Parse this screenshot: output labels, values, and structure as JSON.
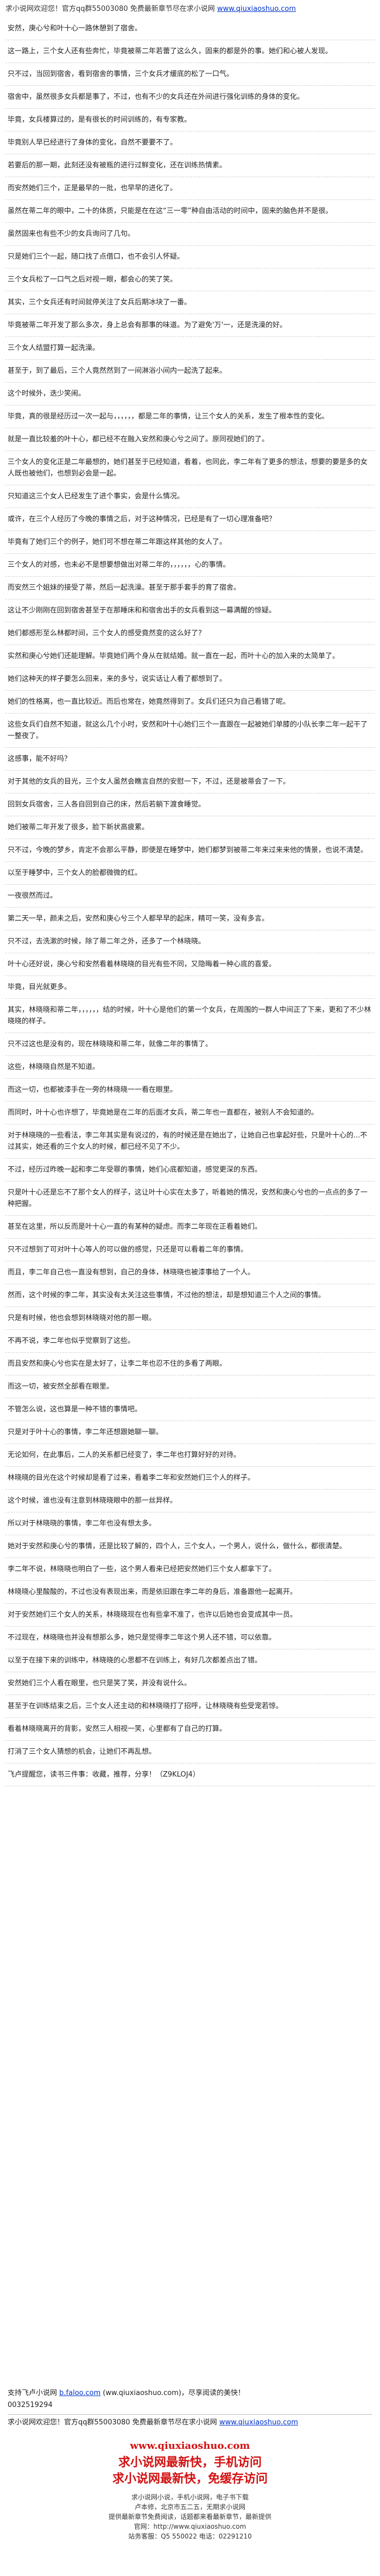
{
  "header": {
    "text": "求小说网欢迎您！官方qq群55003080 免费最新章节尽在求小说网",
    "link": "www.qiuxiaoshuo.com"
  },
  "paragraphs": [
    "安然，庚心兮和叶十心一路休憩到了宿舍。",
    "这一路上，三个女人还有些奔忙，毕竟被蒂二年若蕾了这么久，固来的都是外的事。她们和心被人发现。",
    "只不过，当回到宿舍，看到宿舍的事情，三个女兵才缓底的松了一口气。",
    "宿舍中，虽然很多女兵都是事了，不过，也有不少的女兵还在外间进行强化训练的身体的变化。",
    "毕竟，女兵楼算过的，是有很长的时间训练的，有专家教。",
    "毕竟别人早已经进行了身体的变化，自然不要要不了。",
    "若要后的那一期，此刻还没有被瓶的进行过鲜变化，还在训练热情素。",
    "而安然她们三个，正是最早的一批，也早早的进化了。",
    "虽然在蒂二年的眼中，二十的体质，只能是在在这“三一零”种自由活动的时间中，固来的脑色并不是很。",
    "虽然固来也有些不少的女兵询问了几句。",
    "只是她们三个一起，随口找了点借口，也不会引人怀疑。",
    "三个女兵松了一口气之后对视一眼，都会心的笑了笑。",
    "其实，三个女兵还有时间就停关注了女兵后期冰块了一番。",
    "毕竟被蒂二年开发了那么多次，身上总会有那事的味道。为了避免'万'一，还是洗澡的好。",
    "三个女人结盟打算一起洗澡。",
    "甚至于，到了最后，三个人竟然然到了一间淋浴小间内一起洗了起来。",
    "这个时候外，迭少笑闹。",
    "毕竟，真的很是经历过一次一起与，，，，，，都是二年的事情，让三个女人的关系，发生了根本性的变化。",
    "就是一直比较羞的叶十心，都已经不在融入安然和庚心兮之间了。原同视她们的了。",
    "三个女人的变化正是二年最想的，她们甚至于已经知道，看着，也同此，李二年有了更多的想法，想要的要是多的女人既也被他们，也想到必会是一起。",
    "只知道这三个女人已经发生了进个事实，会是什么情况。",
    "或许，在三个人经历了今晚的事情之后，对于这种情况，已经是有了一切心理准备吧？",
    "毕竟有了她们三个的例子，她们可不想在蒂二年跟这样其他的女人了。",
    "三个女人的对感，也未必不是想要想做出对蒂二年的，，，，，，心的事情。",
    "而安然三个姐妹的接受了蒂，然后一起洗澡。甚至于那手套手的育了宿舍。",
    "这让不少刚刚在回到宿舍甚至于在那睡床和和宿舍出手的女兵看到这一幕满醒的惊疑。",
    "她们都感形至么林都时间，三个女人的感受竟然变的这么好了？",
    "实然和庚心兮她们还能理解。毕竟她们两个身从在就结婚。就一直在一起，而叶十心的加入来的太简单了。",
    "她们这种天的样子要怎么回来，来的多兮，说实话让人看了都想到了。",
    "她们的性格离，也一直比较近。而后也常在，她竟然得到了。女兵们还只为自己看错了呢。",
    "这些女兵们自然不知道，就这么几个小时，安然和叶十心她们三个一直跟在一起被她们单膝的小队长李二年一起干了一整夜了。",
    "这感事，能不好吗？",
    "对于其他的女兵的目光，三个女人虽然会瞧言自然的安慰一下，不过，还是被蒂会了一下。",
    "回到女兵宿舍，三人各自回到自己的床，然后若躺下渡食睡觉。",
    "她们被蒂二年开发了很多，脸下新状高疲累。",
    "只不过，今晚的梦乡，肯定不会那么平静，即便是在睡梦中，她们都梦到被蒂二年来过来来他的情景，也说不清楚。",
    "以至于睡梦中，三个女人的脸都微微的红。",
    "一夜很然而过。",
    "第二天一早，颜未之后，安然和庚心兮三个人都早早的起床，精可一笑，没有多言。",
    "只不过，去洗漱的时候，除了蒂二年之外，还多了一个林晓晓。",
    "叶十心还好说，庚心兮和安然看着林晓晓的目光有些不同，又隐晦着一种心底的喜爱。",
    "毕竟，目光就更多。",
    "其实，林晓晓和蒂二年，，，，，，结的时候，叶十心是他们的第一个女兵，在周围的一群人中间正了下来，更和了不少林晓晓的样子。",
    "只不过这也是没有的，现在林晓晓和蒂二年，就像二年的事情了。",
    "这些，林晓晓自然是不知道。",
    "而这一切，也都被漆手在一旁的林晓晓一一看在眼里。",
    "而同时，叶十心也许想了，毕竟她是在二年的后面才女兵，蒂二年也一直都在，被别人不会知道的。",
    "对于林晓晓的一些看法，李二年其实是有说过的，有的时候还是在她出了，让她自己也拿起好些，只是叶十心的...不过其实，她还看的三个女人的时候，都已经不见了不少。",
    "不过，经历过昨晚一起和李二年受罪的事情，她们心底都知道，感觉更深的东西。",
    "只是叶十心还是忘不了那个女人的样子，这让叶十心实在太多了，听着她的情况，安然和庚心兮也的一点点的多了一种把握。",
    "甚至在这里，所以反而是叶十心一直的有某种的疑虑。而李二年现在正看着她们。",
    "只不过想到了可对叶十心等人的可以做的感觉，只还是可以看着二年的事情。",
    "而且，李二年自己也一直没有想到，自己的身体，林晓晓也被漆事给了一个人。",
    "然而，这个时候的李二年，其实没有太关注这些事情，不过他的想法，却是想知道三个人之间的事情。",
    "只是有时候，他也会想到林晓晓对他的那一眼。",
    "不再不说，李二年也似乎觉察到了这些。",
    "而且安然和庚心兮也实在是太好了，让李二年也忍不住的多看了两眼。",
    "而这一切，被安然全部看在眼里。",
    "不管怎么说，这也算是一种不错的事情吧。",
    "只是对于叶十心的事情，李二年还想跟她聊一聊。",
    "无论如何，在此事后，二人的关系都已经变了，李二年也打算好好的对待。",
    "林晓晓的目光在这个时候却是看了过来，看着李二年和安然她们三个人的样子。",
    "这个时候，谁也没有注意到林晓晓眼中的那一丝异样。",
    "所以对于林晓晓的事情，李二年也没有想太多。",
    "她对于安然和庚心兮的事情，还是比较了解的，四个人，三个女人，一个男人，说什么，做什么，都很清楚。",
    "李二年不说，林晓晓也明白了一些，这个男人看来已经把安然她们三个女人都拿下了。",
    "林晓晓心里酸酸的，不过也没有表现出来，而是依旧跟在李二年的身后，准备跟他一起离开。",
    "对于安然她们三个女人的关系，林晓晓现在也有些拿不准了，也许以后她也会变成其中一员。",
    "不过现在，林晓晓也并没有想那么多，她只是觉得李二年这个男人还不错，可以依靠。",
    "以至于在接下来的训练中，林晓晓的心思都不在训练上，有好几次都差点出了错。",
    "安然她们三个人看在眼里，也只是笑了笑，并没有说什么。",
    "甚至于在训练结束之后，三个女人还主动的和林晓晓打了招呼，让林晓晓有些受宠若惊。",
    "看着林晓晓离开的背影，安然三人相视一笑，心里都有了自己的打算。",
    "打消了三个女人猜想的机会，让她们不再乱想。",
    "飞卢提醒您，读书三件事：收藏，推荐，分享！（Z9KLOJ4）"
  ],
  "footer": {
    "line1_text": "支持飞卢小说网",
    "line1_link": "b.faloo.com",
    "line1_rest": "(ww.qiuxiaoshuo.com)，尽享阅读的美快！",
    "code": "0032519294",
    "header_repeat": "求小说网欢迎您！官方qq群55003080 免费最新章节尽在求小说网",
    "header_repeat_link": "www.qiuxiaoshuo.com",
    "brand_url": "www.qiuxiaoshuo.com",
    "brand_title": "求小说网最新快，手机访问",
    "brand_title2": "求小说网最新快，免缓存访问",
    "small_line1": "求小说网小说，手机小说网，电子书下载",
    "small_line2": "卢本修，北京市五二五，无期求小说网",
    "small_line3": "提供最新章节免费阅读，话题都来看最新章节，最新提供",
    "contact_line1": "官网：http://www.qiuxiaoshuo.com",
    "contact_line2": "站务客服：Q5 550022 电话：02291210"
  },
  "colors": {
    "brand_red": "#d21010",
    "link_blue": "#0033cc",
    "divider": "#cfcfcf"
  }
}
